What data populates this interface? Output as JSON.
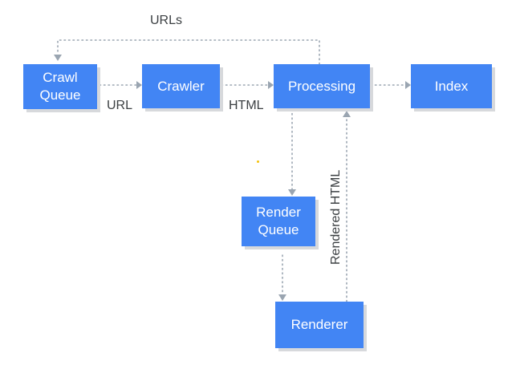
{
  "nodes": {
    "crawl_queue": "Crawl\nQueue",
    "crawler": "Crawler",
    "processing": "Processing",
    "index": "Index",
    "render_queue": "Render\nQueue",
    "renderer": "Renderer"
  },
  "edge_labels": {
    "urls": "URLs",
    "url": "URL",
    "html": "HTML",
    "rendered_html": "Rendered HTML"
  },
  "colors": {
    "node_fill": "#4285f4",
    "node_text": "#ffffff",
    "arrow": "#9aa5b1",
    "label_text": "#3c4043"
  }
}
